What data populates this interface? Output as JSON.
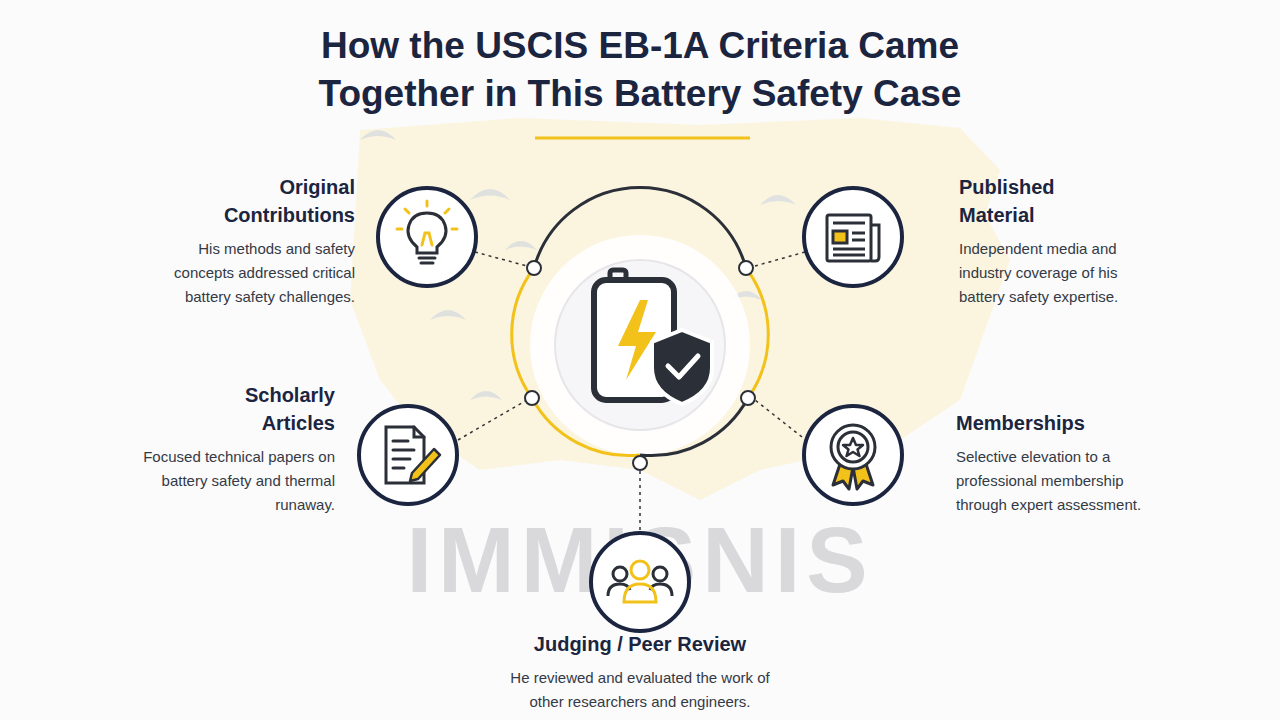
{
  "diagram": {
    "title": "How the USCIS EB-1A Criteria Came Together in This Battery Safety Case",
    "nodes": [
      {
        "text": [
          "Original Contributions",
          "His methods and safety concepts addressed critical battery safety challenges."
        ]
      },
      {
        "text": [
          "Published Material",
          "Independent media and industry coverage of his battery safety expertise."
        ]
      },
      {
        "text": [
          "Scholarly Articles",
          "Focused technical papers on battery safety and thermal runaway."
        ]
      },
      {
        "text": [
          "Memberships",
          "Selective elevation to a professional membership through expert assessment."
        ]
      },
      {
        "text": [
          "Judging / Peer Review",
          "He reviewed and evaluated the work of other researchers and engineers."
        ]
      }
    ],
    "labels": [
      "IMMISNIS"
    ]
  }
}
